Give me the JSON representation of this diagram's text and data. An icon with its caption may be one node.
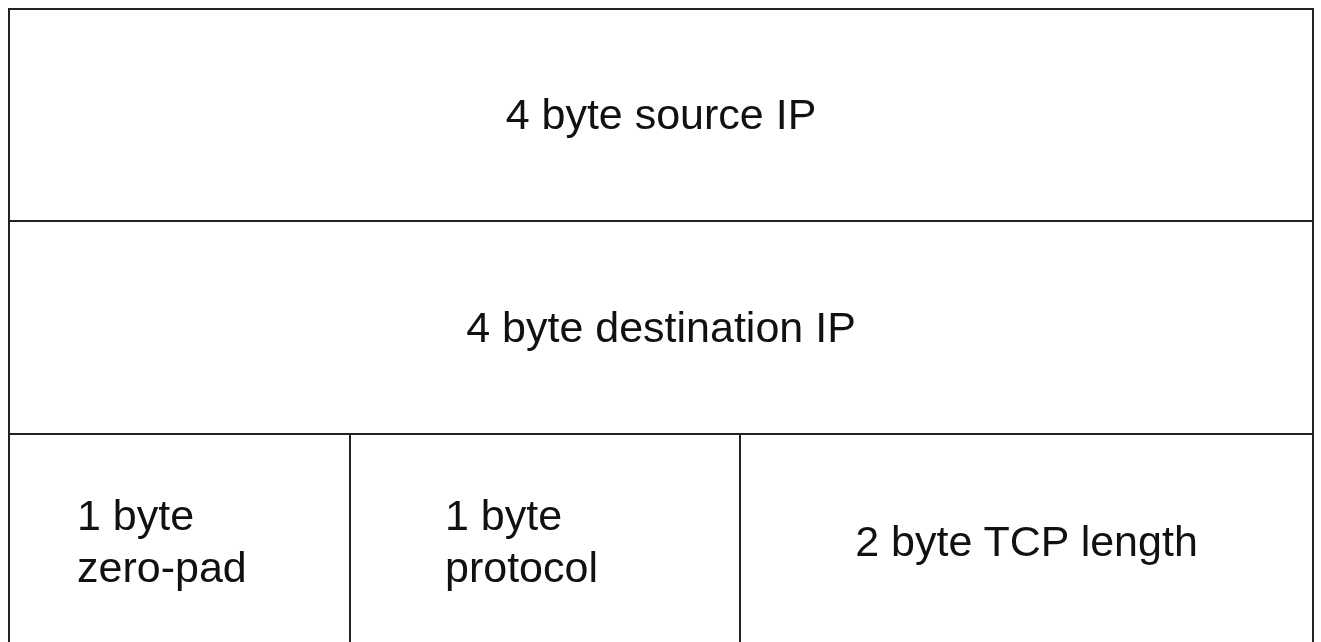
{
  "diagram": {
    "nodes": [
      {
        "text": [
          "4 byte source IP"
        ]
      },
      {
        "text": [
          "4 byte destination IP"
        ]
      },
      {
        "text": [
          "1 byte zero-pad"
        ]
      },
      {
        "text": [
          "1 byte protocol"
        ]
      },
      {
        "text": [
          "2 byte TCP length"
        ]
      }
    ]
  }
}
